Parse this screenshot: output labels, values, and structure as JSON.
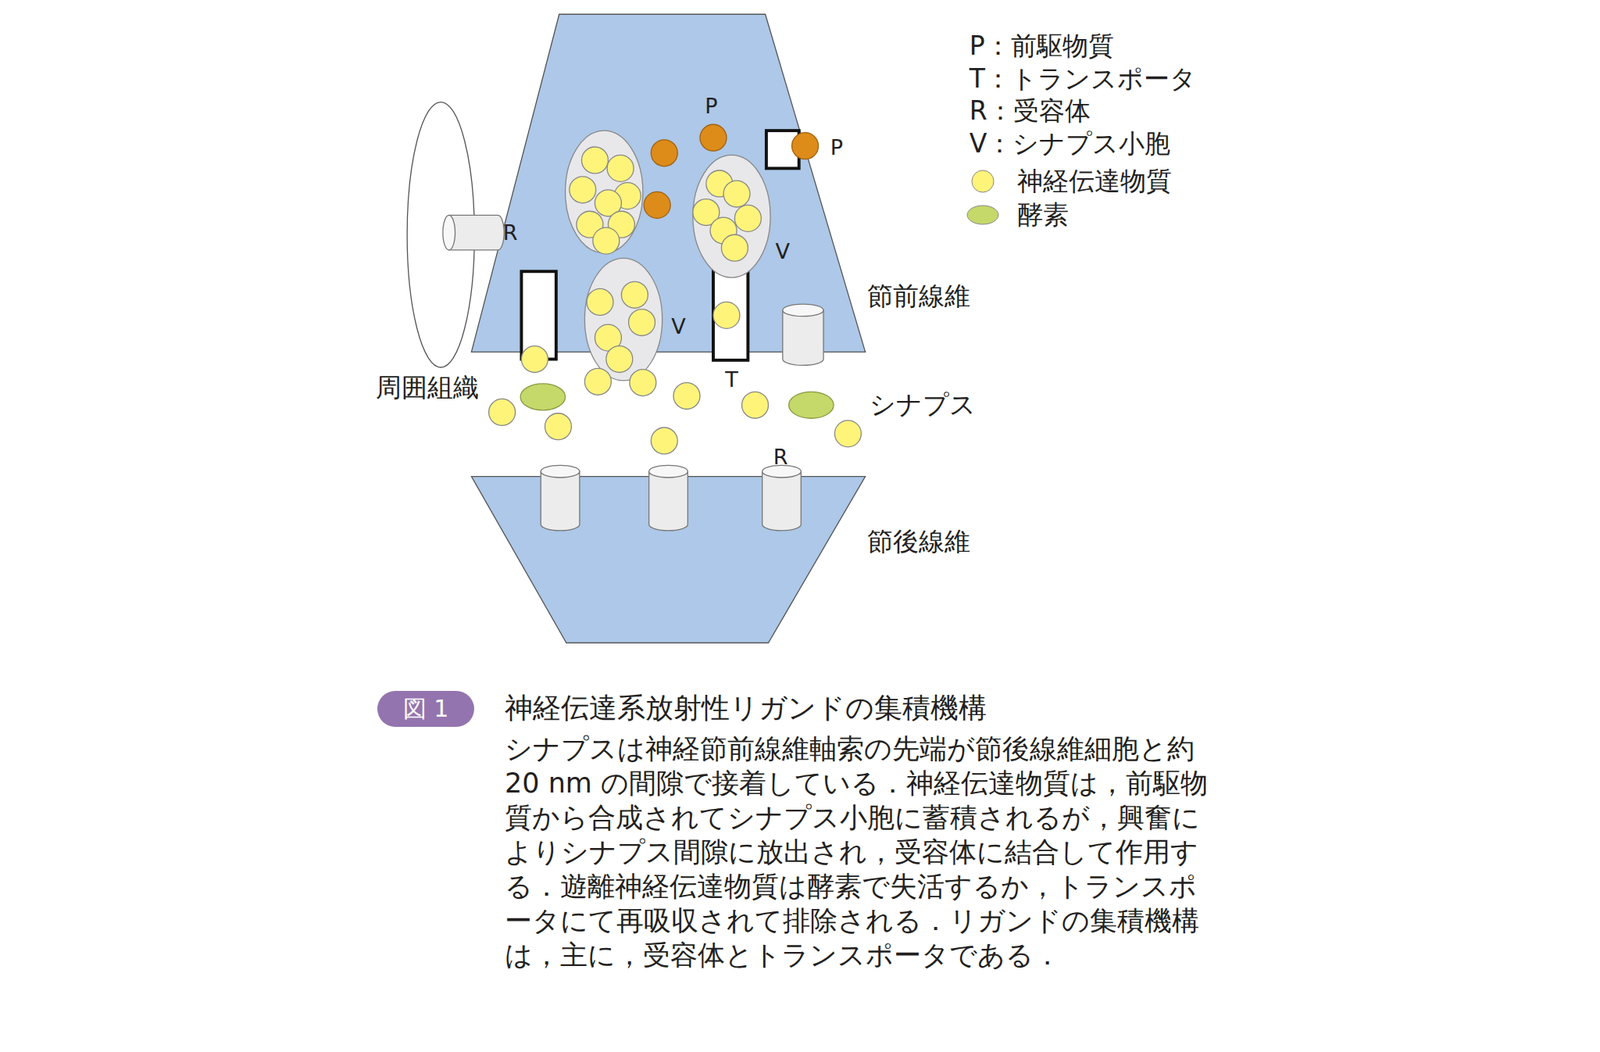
{
  "diagram": {
    "title": "神経伝達系放射性リガンドの集積機構",
    "caption": "シナプスは神経節前線維軸索の先端が節後線維細胞と約 20 nm の間隙で接着している．神経伝達物質は，前駆物質から合成されてシナプス小胞に蓄積されるが，興奮によりシナプス間隙に放出され，受容体に結合して作用する．遊離神経伝達物質は酵素で失活するか，トランスポータにて再吸収されて排除される．リガンドの集積機構は，主に，受容体とトランスポータである．",
    "nodes": [
      {
        "text": [
          "図 1"
        ]
      }
    ],
    "labels": [
      "P",
      "P",
      "R",
      "V",
      "V",
      "T",
      "R",
      "節前線維",
      "周囲組織",
      "シナプス",
      "節後線維"
    ],
    "legend": [
      {
        "text": "P：前駆物質"
      },
      {
        "text": "T：トランスポータ"
      },
      {
        "text": "R：受容体"
      },
      {
        "text": "V：シナプス小胞"
      },
      {
        "text": "神経伝達物質",
        "color": "#fff47a"
      },
      {
        "text": "酵素",
        "color": "#c5d86a"
      }
    ]
  }
}
